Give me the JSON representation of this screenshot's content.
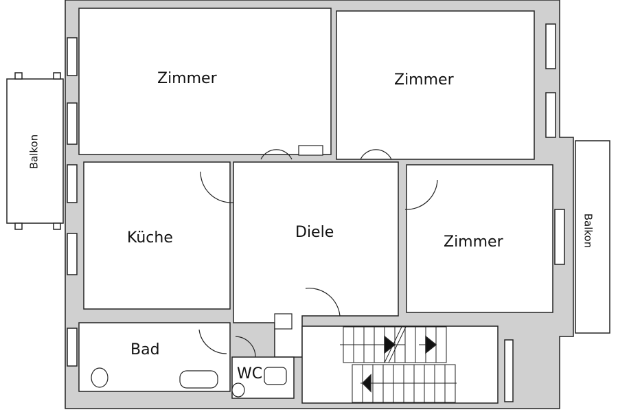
{
  "floorplan": {
    "rooms": [
      {
        "id": "zimmer-top-left",
        "label": "Zimmer"
      },
      {
        "id": "zimmer-top-right",
        "label": "Zimmer"
      },
      {
        "id": "kueche",
        "label": "Küche"
      },
      {
        "id": "diele",
        "label": "Diele"
      },
      {
        "id": "zimmer-right",
        "label": "Zimmer"
      },
      {
        "id": "bad",
        "label": "Bad"
      },
      {
        "id": "wc",
        "label": "WC"
      }
    ],
    "balconies": [
      {
        "id": "balkon-left",
        "label": "Balkon"
      },
      {
        "id": "balkon-right",
        "label": "Balkon"
      }
    ],
    "colors": {
      "wall": "#d0d0d0",
      "line": "#222222",
      "floor": "#ffffff"
    }
  }
}
